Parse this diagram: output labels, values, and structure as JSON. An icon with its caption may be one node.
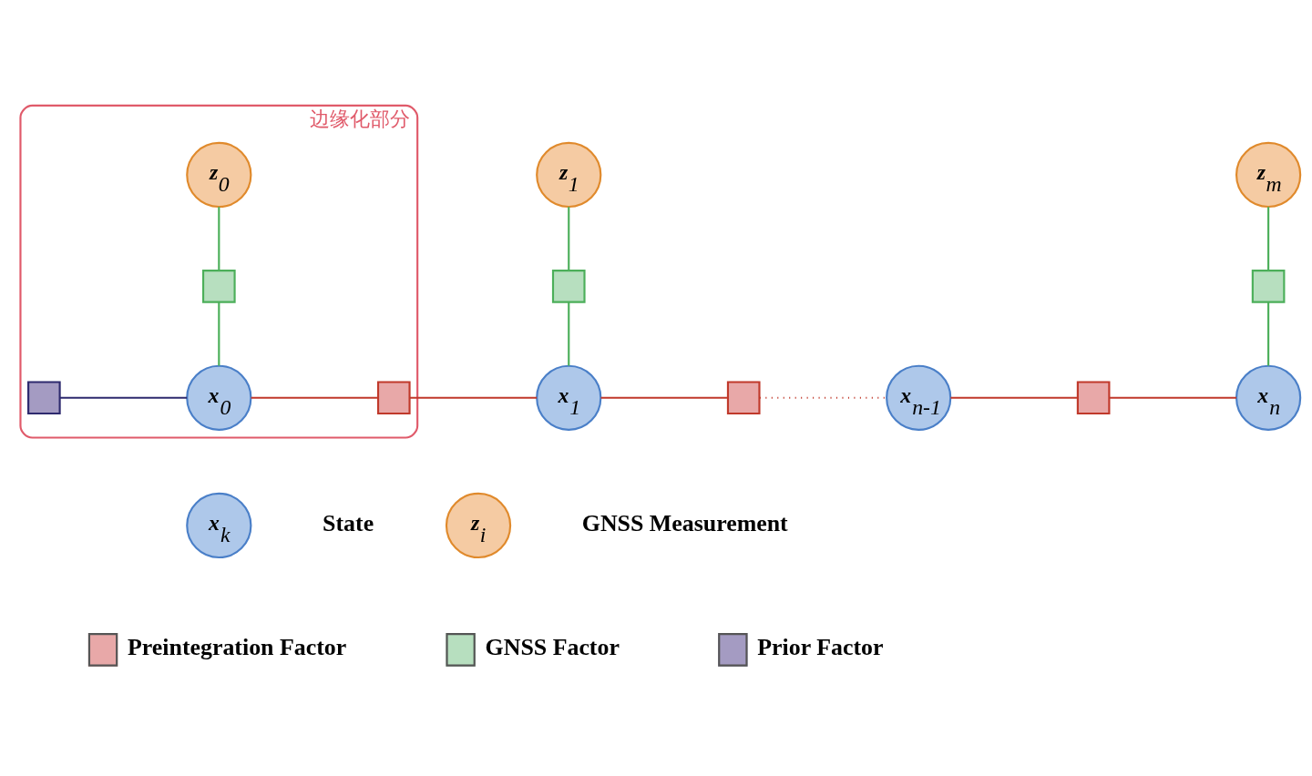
{
  "diagram": {
    "nodes": [
      {
        "text": [
          "边缘化部分"
        ]
      },
      {
        "text": [
          "z$_{0}$"
        ],
        "in": 0
      },
      {
        "text": [
          "z$_{1}$"
        ]
      },
      {
        "text": [
          "z$_{m}$"
        ]
      },
      {
        "text": [],
        "shape": "box",
        "in": 0
      },
      {
        "text": [],
        "shape": "box"
      },
      {
        "text": [],
        "shape": "box"
      },
      {
        "text": [],
        "shape": "box",
        "in": 0
      },
      {
        "text": [
          "x$_{0}$"
        ],
        "in": 0
      },
      {
        "text": [],
        "shape": "box",
        "in": 0
      },
      {
        "text": [
          "x$_{1}$"
        ]
      },
      {
        "text": [],
        "shape": "box"
      },
      {
        "text": [
          "x$_{n-1}$"
        ]
      },
      {
        "text": [],
        "shape": "box"
      },
      {
        "text": [
          "x$_{n}$"
        ]
      },
      {
        "text": [
          "x$_{k}$"
        ]
      },
      {
        "text": [
          "z$_{i}$"
        ]
      }
    ],
    "edges": [
      {
        "from": 1,
        "to": 4,
        "arrow": "none",
        "color": "#4caf5a"
      },
      {
        "from": 4,
        "to": 8,
        "arrow": "none",
        "color": "#4caf5a"
      },
      {
        "from": 2,
        "to": 5,
        "arrow": "none",
        "color": "#4caf5a"
      },
      {
        "from": 5,
        "to": 10,
        "arrow": "none",
        "color": "#4caf5a"
      },
      {
        "from": 3,
        "to": 6,
        "arrow": "none",
        "color": "#4caf5a"
      },
      {
        "from": 6,
        "to": 14,
        "arrow": "none",
        "color": "#4caf5a"
      },
      {
        "from": 7,
        "to": 8,
        "arrow": "none",
        "color": "#2e2a6e"
      },
      {
        "from": 8,
        "to": 9,
        "arrow": "none",
        "color": "#c0392b"
      },
      {
        "from": 9,
        "to": 10,
        "arrow": "none",
        "color": "#c0392b"
      },
      {
        "from": 10,
        "to": 11,
        "arrow": "none",
        "color": "#c0392b"
      },
      {
        "from": 11,
        "to": 12,
        "arrow": "none",
        "style": "dashed",
        "color": "#c0392b"
      },
      {
        "from": 12,
        "to": 13,
        "arrow": "none",
        "color": "#c0392b"
      },
      {
        "from": 13,
        "to": 14,
        "arrow": "none",
        "color": "#c0392b"
      }
    ],
    "legend": [
      {
        "text": "State"
      },
      {
        "text": "GNSS Measurement"
      },
      {
        "text": "Preintegration Factor",
        "color": "#e8a8a8"
      },
      {
        "text": "GNSS Factor",
        "color": "#b7dfbf"
      },
      {
        "text": "Prior Factor",
        "color": "#a49bc2"
      }
    ]
  }
}
